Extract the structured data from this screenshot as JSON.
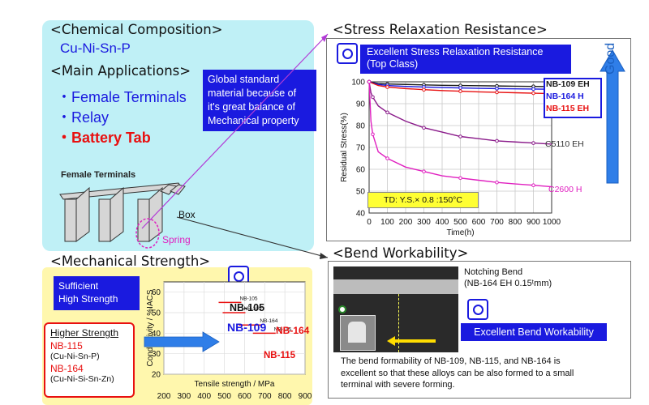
{
  "chem": {
    "heading": "<Chemical Composition>",
    "composition": "Cu-Ni-Sn-P",
    "apps_heading": "<Main Applications>",
    "apps": [
      "・Female Terminals",
      "・Relay",
      "・Battery Tab"
    ],
    "callout": [
      "Global standard",
      "material because of",
      "it's great balance of",
      "Mechanical property"
    ],
    "illus_label": "Female Terminals",
    "box_label": "Box",
    "spring_label": "Spring"
  },
  "stress": {
    "heading": "<Stress Relaxation Resistance>",
    "banner": [
      "Excellent Stress Relaxation Resistance",
      "(Top Class)"
    ],
    "good_label": "Good",
    "condition": "TD: Y.S.× 0.8 :150°C",
    "chart_data": {
      "type": "line",
      "xlabel": "Time(h)",
      "ylabel": "Residual Stress(%)",
      "xlim": [
        0,
        1000
      ],
      "ylim": [
        40,
        100
      ],
      "xticks": [
        0,
        100,
        200,
        300,
        400,
        500,
        600,
        700,
        800,
        900,
        1000
      ],
      "yticks": [
        40,
        50,
        60,
        70,
        80,
        90,
        100
      ],
      "series": [
        {
          "name": "NB-109 EH",
          "color": "#1a1a1a",
          "x": [
            0,
            50,
            100,
            200,
            300,
            400,
            500,
            600,
            700,
            800,
            900,
            1000
          ],
          "y": [
            100,
            99.2,
            99,
            98.8,
            98.6,
            98.4,
            98.3,
            98.2,
            98.1,
            98,
            97.9,
            97.8
          ]
        },
        {
          "name": "NB-164 H",
          "color": "#1a1adf",
          "x": [
            0,
            50,
            100,
            200,
            300,
            400,
            500,
            600,
            700,
            800,
            900,
            1000
          ],
          "y": [
            100,
            98.8,
            98.3,
            97.9,
            97.6,
            97.4,
            97.2,
            97,
            96.9,
            96.8,
            96.7,
            96.6
          ]
        },
        {
          "name": "NB-115 EH",
          "color": "#e81010",
          "x": [
            0,
            50,
            100,
            200,
            300,
            400,
            500,
            600,
            700,
            800,
            900,
            1000
          ],
          "y": [
            100,
            98.3,
            97.6,
            96.9,
            96.4,
            96,
            95.7,
            95.4,
            95.2,
            95,
            94.8,
            94.6
          ]
        },
        {
          "name": "C5110 EH",
          "color": "#8a1a8a",
          "x": [
            0,
            10,
            20,
            50,
            100,
            200,
            300,
            400,
            500,
            600,
            700,
            800,
            900,
            1000
          ],
          "y": [
            100,
            95,
            93,
            89,
            86,
            82,
            79,
            77,
            75,
            74,
            73,
            72.5,
            72,
            71.5
          ]
        },
        {
          "name": "C2600 H",
          "color": "#e020c0",
          "x": [
            0,
            10,
            20,
            50,
            100,
            200,
            300,
            400,
            500,
            600,
            700,
            800,
            900,
            1000
          ],
          "y": [
            100,
            82,
            76,
            68,
            65,
            61,
            59,
            57,
            56,
            55,
            54,
            53.3,
            52.7,
            52
          ]
        }
      ]
    }
  },
  "mech": {
    "heading": "<Mechanical Strength>",
    "sufficient": [
      "Sufficient",
      "High Strength"
    ],
    "higher_title": "Higher Strength",
    "alloys": [
      {
        "name": "NB-115",
        "system": "(Cu-Ni-Sn-P)"
      },
      {
        "name": "NB-164",
        "system": "(Cu-Ni-Si-Sn-Zn)"
      }
    ],
    "chart_data": {
      "type": "scatter",
      "xlabel": "Tensile strength / MPa",
      "ylabel": "Conductivity / %IACS",
      "xlim": [
        200,
        900
      ],
      "ylim": [
        20,
        65
      ],
      "xticks": [
        200,
        300,
        400,
        500,
        600,
        700,
        800,
        900
      ],
      "yticks": [
        20,
        30,
        40,
        50,
        60
      ],
      "points": [
        {
          "label": "NB-105",
          "x": 560,
          "y": 55,
          "color": "#e81010"
        },
        {
          "label": "NB-109",
          "x": 580,
          "y": 50,
          "color": "#e81010"
        },
        {
          "label": "NB-164",
          "x": 660,
          "y": 44,
          "color": "#e81010"
        },
        {
          "label": "NB-115",
          "x": 730,
          "y": 40,
          "color": "#e81010"
        }
      ],
      "callouts": [
        {
          "label": "NB-105",
          "color": "#111111"
        },
        {
          "label": "NB-109",
          "color": "#1a1adf"
        },
        {
          "label": "NB-164",
          "color": "#e81010"
        },
        {
          "label": "NB-115",
          "color": "#e81010"
        }
      ]
    }
  },
  "bend": {
    "heading": "<Bend Workability>",
    "notch_title": [
      "Notching Bend",
      "(NB-164 EH 0.15ᵗmm)"
    ],
    "badge": "Excellent Bend Workability",
    "description": [
      "The bend formability of NB-109, NB-115, and NB-164 is",
      "excellent so that these alloys can be also formed to a small",
      "terminal with severe forming."
    ]
  }
}
